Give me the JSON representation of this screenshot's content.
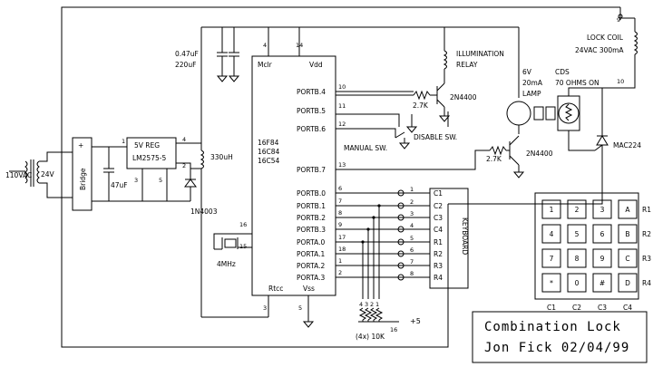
{
  "power": {
    "ac_in": "110VAC",
    "transformer_out": "24V",
    "bridge": "Bridge",
    "bridge_plus": "+"
  },
  "regulator": {
    "label": "5V REG",
    "part": "LM2575-5",
    "pins": [
      "1",
      "4",
      "2",
      "3",
      "5"
    ]
  },
  "caps": {
    "c_input": "47uF",
    "c_bypass1": "0.47uF",
    "c_bypass2": "220uF"
  },
  "inductor": {
    "value": "330uH"
  },
  "diode": {
    "part": "1N4003"
  },
  "crystal": {
    "freq": "4MHz",
    "pins": [
      "16",
      "15"
    ]
  },
  "mcu": {
    "parts": [
      "16F84",
      "16C84",
      "16C54"
    ],
    "top_pins": [
      {
        "num": "4",
        "name": "Mclr"
      },
      {
        "num": "14",
        "name": "Vdd"
      }
    ],
    "bottom_pins": [
      {
        "num": "3",
        "name": "Rtcc"
      },
      {
        "num": "5",
        "name": "Vss"
      }
    ],
    "right_pins": [
      {
        "num": "10",
        "name": "PORTB.4"
      },
      {
        "num": "11",
        "name": "PORTB.5"
      },
      {
        "num": "12",
        "name": "PORTB.6"
      },
      {
        "num": "13",
        "name": "PORTB.7"
      },
      {
        "num": "6",
        "name": "PORTB.0"
      },
      {
        "num": "7",
        "name": "PORTB.1"
      },
      {
        "num": "8",
        "name": "PORTB.2"
      },
      {
        "num": "9",
        "name": "PORTB.3"
      },
      {
        "num": "17",
        "name": "PORTA.0"
      },
      {
        "num": "18",
        "name": "PORTA.1"
      },
      {
        "num": "1",
        "name": "PORTA.2"
      },
      {
        "num": "2",
        "name": "PORTA.3"
      }
    ]
  },
  "keyboard_conn": {
    "label": "KEYBOARD",
    "pins": [
      {
        "num": "1",
        "name": "C1"
      },
      {
        "num": "2",
        "name": "C2"
      },
      {
        "num": "3",
        "name": "C3"
      },
      {
        "num": "4",
        "name": "C4"
      },
      {
        "num": "5",
        "name": "R1"
      },
      {
        "num": "6",
        "name": "R2"
      },
      {
        "num": "7",
        "name": "R3"
      },
      {
        "num": "8",
        "name": "R4"
      }
    ]
  },
  "pullups": {
    "label": "(4x) 10K",
    "pins": [
      "4",
      "3",
      "2",
      "1"
    ],
    "common_pin": "16",
    "supply": "+5"
  },
  "relay_driver": {
    "resistor": "2.7K",
    "transistor": "2N4400",
    "relay": "ILLUMINATION",
    "relay2": "RELAY"
  },
  "lamp": {
    "v": "6V",
    "i": "20mA",
    "label": "LAMP"
  },
  "cds": {
    "label": "CDS",
    "value": "70 OHMS ON"
  },
  "lock_driver": {
    "resistor": "2.7K",
    "transistor": "2N4400",
    "triac": "MAC224"
  },
  "lock_coil": {
    "label": "LOCK COIL",
    "rating": "24VAC 300mA",
    "pins": [
      "9",
      "10"
    ]
  },
  "switches": {
    "manual": "MANUAL SW.",
    "disable": "DISABLE SW."
  },
  "keypad": {
    "keys": [
      [
        "1",
        "2",
        "3",
        "A"
      ],
      [
        "4",
        "5",
        "6",
        "B"
      ],
      [
        "7",
        "8",
        "9",
        "C"
      ],
      [
        "*",
        "0",
        "#",
        "D"
      ]
    ],
    "rows": [
      "R1",
      "R2",
      "R3",
      "R4"
    ],
    "cols": [
      "C1",
      "C2",
      "C3",
      "C4"
    ]
  },
  "title_block": {
    "title": "Combination Lock",
    "author_date": "Jon Fick 02/04/99"
  }
}
